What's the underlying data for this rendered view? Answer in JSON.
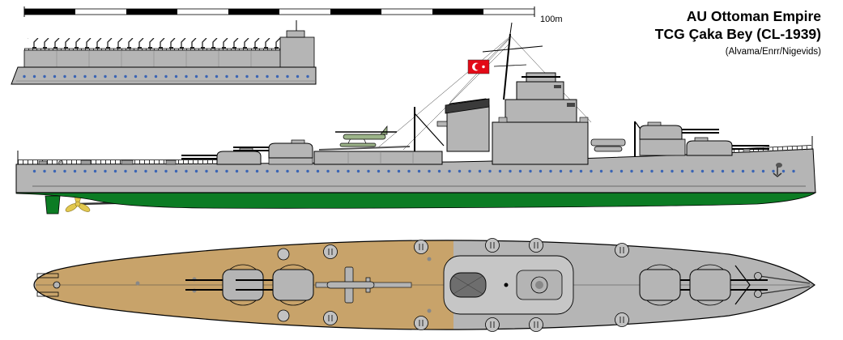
{
  "header": {
    "title_line1": "AU Ottoman Empire",
    "title_line2": "TCG Çaka Bey (CL-1939)",
    "credit": "(Alvama/Enrr/Nigevids)"
  },
  "scale": {
    "label": "100m"
  },
  "colors": {
    "background": "#ffffff",
    "outline_black": "#000000",
    "hull_gray": "#b5b5b5",
    "superstructure_gray": "#c6c6c6",
    "underwater_green": "#0c7c24",
    "deck_wood": "#c8a36a",
    "funnel_cap_dark": "#3a3a3a",
    "detail_dark": "#6e6e6e",
    "porthole_blue": "#3a64b4",
    "propeller_gold": "#e2c84e",
    "flag_red": "#e30a17",
    "flag_white": "#ffffff",
    "aircraft_green": "#9cb489"
  }
}
